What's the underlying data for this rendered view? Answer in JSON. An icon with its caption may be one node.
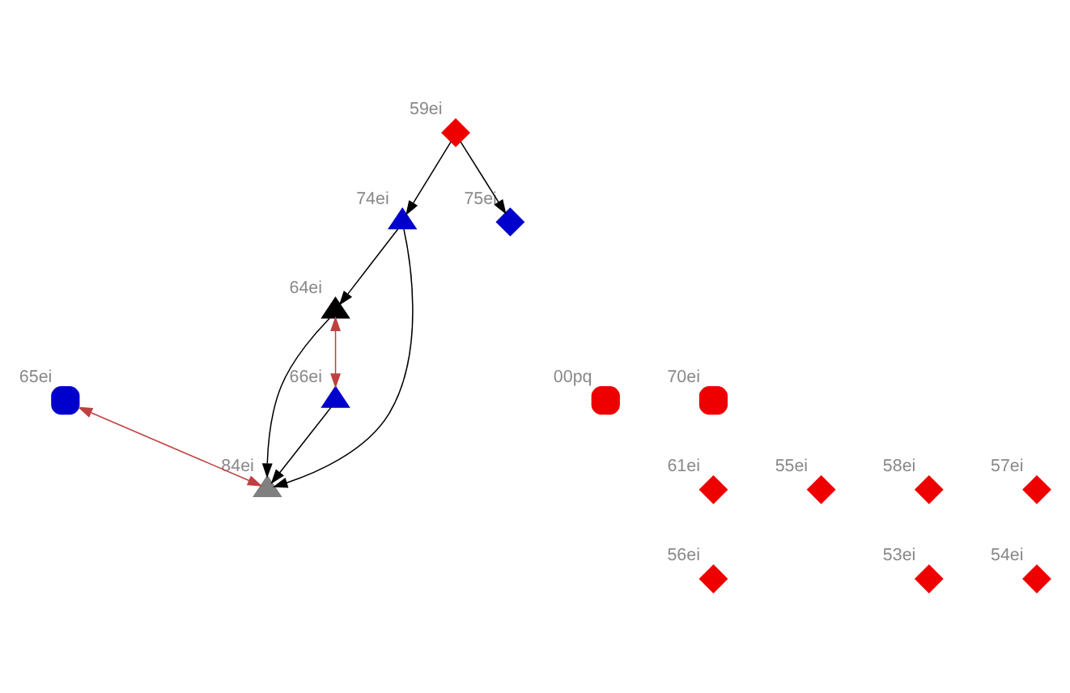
{
  "diagram": {
    "nodes": [
      {
        "text": [
          "74ei"
        ]
      },
      {
        "text": [
          "59ei"
        ]
      },
      {
        "text": [
          "75ei"
        ]
      },
      {
        "text": [
          "64ei"
        ]
      },
      {
        "text": [
          "00pq"
        ]
      },
      {
        "text": [
          "65ei"
        ]
      },
      {
        "text": [
          "84ei"
        ]
      },
      {
        "text": [
          "66ei"
        ]
      },
      {
        "text": [
          "70ei"
        ]
      },
      {
        "text": [
          "55ei"
        ]
      },
      {
        "text": [
          "61ei"
        ]
      },
      {
        "text": [
          "58ei"
        ]
      },
      {
        "text": [
          "57ei"
        ]
      },
      {
        "text": [
          "56ei"
        ]
      },
      {
        "text": [
          "53ei"
        ]
      },
      {
        "text": [
          "54ei"
        ]
      }
    ],
    "edges": [
      {
        "from": 1,
        "to": 0,
        "arrow": "to"
      },
      {
        "from": 1,
        "to": 2,
        "arrow": "to"
      },
      {
        "from": 0,
        "to": 3,
        "arrow": "to"
      },
      {
        "from": 0,
        "to": 6,
        "arrow": "to"
      },
      {
        "from": 3,
        "to": 6,
        "arrow": "to"
      },
      {
        "from": 5,
        "to": 6,
        "arrow": "both",
        "color": "#c04040"
      },
      {
        "from": 3,
        "to": 7,
        "arrow": "both",
        "color": "#c04040"
      },
      {
        "from": 7,
        "to": 6,
        "arrow": "to"
      }
    ]
  }
}
